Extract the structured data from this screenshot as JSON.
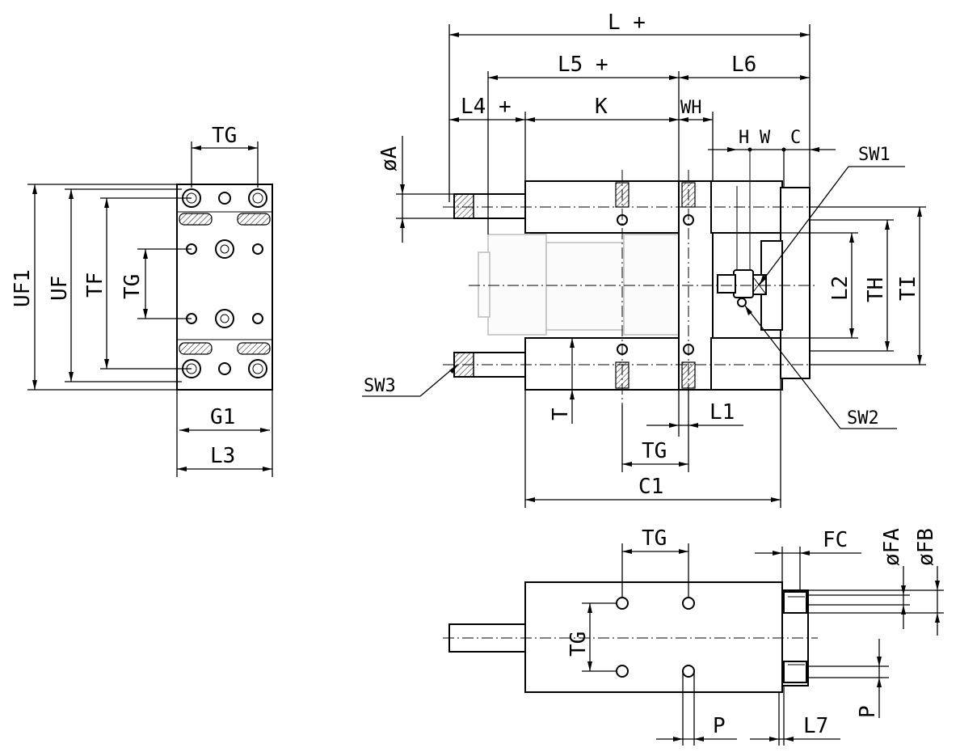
{
  "labels": {
    "L": "L +",
    "L5": "L5 +",
    "L6": "L6",
    "L4": "L4 +",
    "K": "K",
    "WH": "WH",
    "H": "H",
    "W": "W",
    "C": "C",
    "phiA": "øA",
    "SW1": "SW1",
    "SW2": "SW2",
    "SW3": "SW3",
    "L2": "L2",
    "TH": "TH",
    "TI": "TI",
    "T": "T",
    "L1": "L1",
    "TG_front": "TG",
    "C1": "C1",
    "TG_side_top": "TG",
    "TG_side_left": "TG",
    "UF1": "UF1",
    "UF": "UF",
    "TF": "TF",
    "G1": "G1",
    "L3": "L3",
    "TG_bottom_top": "TG",
    "FC": "FC",
    "phiFA": "øFA",
    "phiFB": "øFB",
    "TG_bottom_left": "TG",
    "P_bottom": "P",
    "L7": "L7",
    "P_right": "P"
  }
}
